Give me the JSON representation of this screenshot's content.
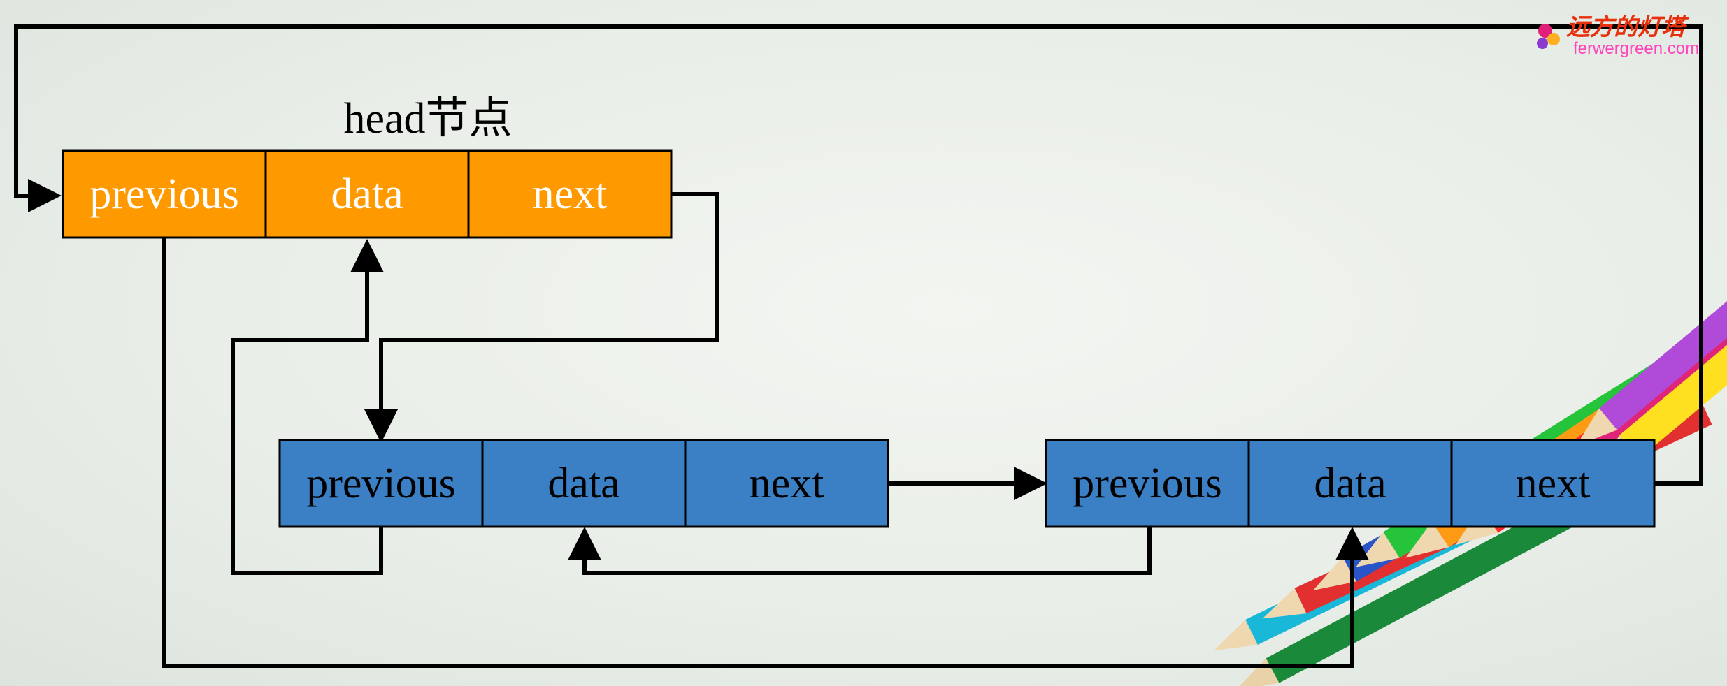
{
  "title": "head节点",
  "colors": {
    "head_node": "#ff9900",
    "node": "#3b7fc4",
    "border": "#000000",
    "head_text": "#ffffff",
    "node_text": "#000000",
    "watermark_cn": "#e8300c",
    "watermark_url": "#ff44bb"
  },
  "nodes": [
    {
      "id": "head",
      "fields": [
        "previous",
        "data",
        "next"
      ]
    },
    {
      "id": "node1",
      "fields": [
        "previous",
        "data",
        "next"
      ]
    },
    {
      "id": "node2",
      "fields": [
        "previous",
        "data",
        "next"
      ]
    }
  ],
  "links": [
    {
      "from": "head.next",
      "to": "node1.previous"
    },
    {
      "from": "node1.previous",
      "to": "head.data"
    },
    {
      "from": "node1.next",
      "to": "node2.previous"
    },
    {
      "from": "node2.previous",
      "to": "node1.data"
    },
    {
      "from": "node2.next",
      "to": "head.previous"
    },
    {
      "from": "head.previous",
      "to": "node2.data"
    }
  ],
  "watermark": {
    "text_cn": "远方的灯塔",
    "url": "ferwergreen.com"
  }
}
